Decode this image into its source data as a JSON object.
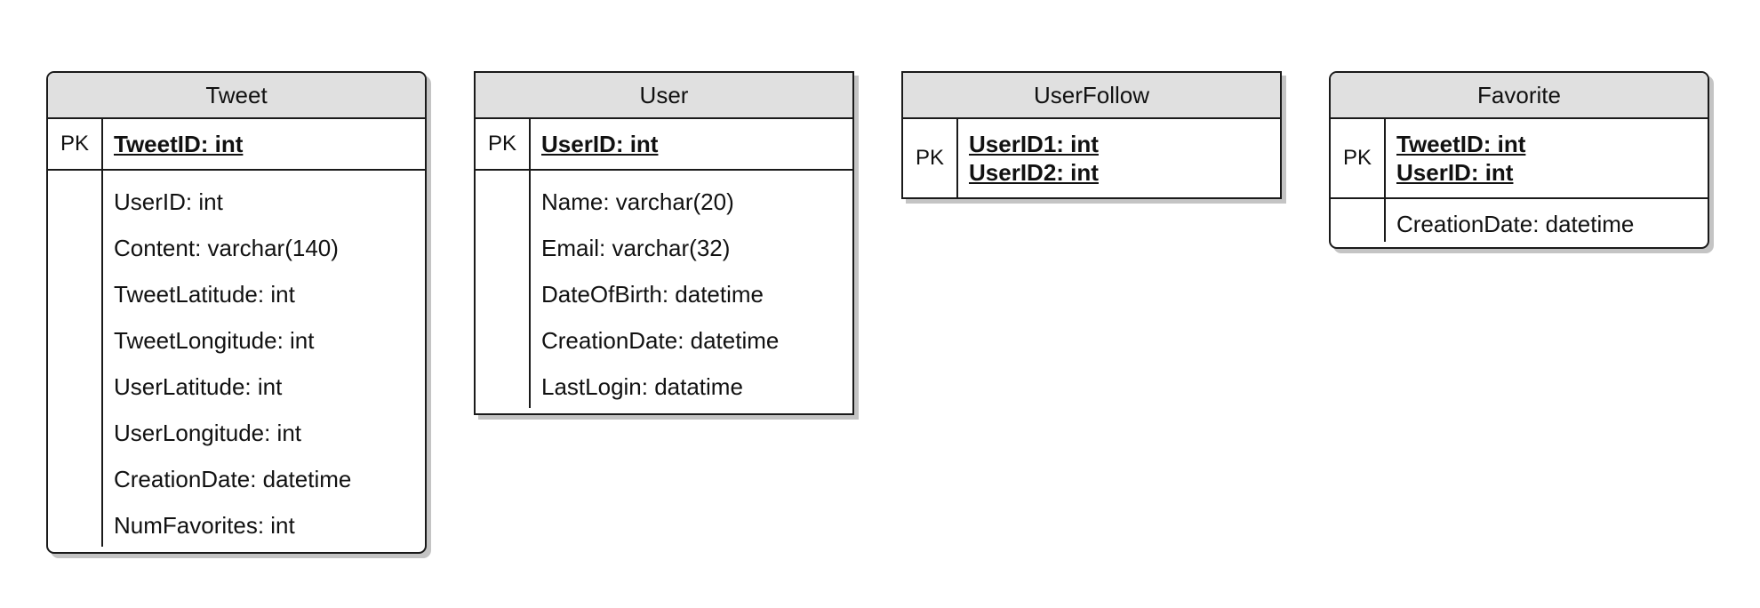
{
  "entities": {
    "tweet": {
      "name": "Tweet",
      "pk_label": "PK",
      "pk_fields": [
        "TweetID: int"
      ],
      "attributes": [
        "UserID: int",
        "Content: varchar(140)",
        "TweetLatitude: int",
        "TweetLongitude: int",
        "UserLatitude: int",
        "UserLongitude: int",
        "CreationDate: datetime",
        "NumFavorites: int"
      ]
    },
    "user": {
      "name": "User",
      "pk_label": "PK",
      "pk_fields": [
        "UserID: int"
      ],
      "attributes": [
        "Name: varchar(20)",
        "Email: varchar(32)",
        "DateOfBirth: datetime",
        "CreationDate: datetime",
        "LastLogin: datatime"
      ]
    },
    "userfollow": {
      "name": "UserFollow",
      "pk_label": "PK",
      "pk_fields": [
        "UserID1: int",
        "UserID2: int"
      ],
      "attributes": []
    },
    "favorite": {
      "name": "Favorite",
      "pk_label": "PK",
      "pk_fields": [
        "TweetID: int",
        "UserID: int"
      ],
      "attributes": [
        "CreationDate: datetime"
      ]
    }
  }
}
